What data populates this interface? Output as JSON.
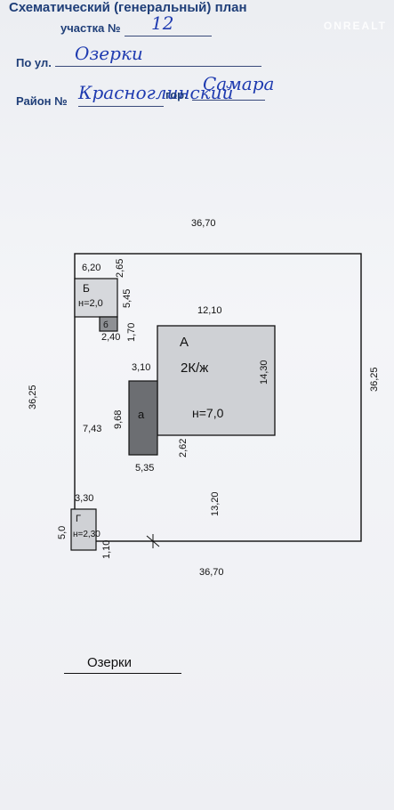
{
  "header": {
    "title": "Схематический (генеральный) план",
    "plot_label": "участка №",
    "plot_number": "12",
    "street_label": "По ул.",
    "street_value": "Озерки",
    "district_label": "Район №",
    "district_value": "Красноглинский",
    "city_label": "гор.",
    "city_value": "Самара"
  },
  "watermark": "ONREALT",
  "plan": {
    "plot_top": "36,70",
    "plot_bottom": "36,70",
    "plot_left": "36,25",
    "plot_right": "36,25",
    "building_b": {
      "letter": "Б",
      "height": "н=2,0",
      "width": "6,20",
      "depth": "5,45",
      "offset": "2,65"
    },
    "building_b_small": {
      "letter": "б",
      "width": "2,40",
      "gap": "1,70"
    },
    "house_a": {
      "letter": "А",
      "rooms": "2К/ж",
      "height": "н=7,0",
      "width": "12,10",
      "depth": "14,30",
      "offset_left": "3,10"
    },
    "annex_a": {
      "letter": "а",
      "width": "5,35",
      "depth": "9,68",
      "gap_to_house": "2,62"
    },
    "left_gap": "7,43",
    "bottom_gap": "13,20",
    "building_g": {
      "letter": "Г",
      "height": "н=2,30",
      "width": "3,30",
      "depth": "5,0",
      "offset": "1,10"
    }
  },
  "caption": "Озерки"
}
